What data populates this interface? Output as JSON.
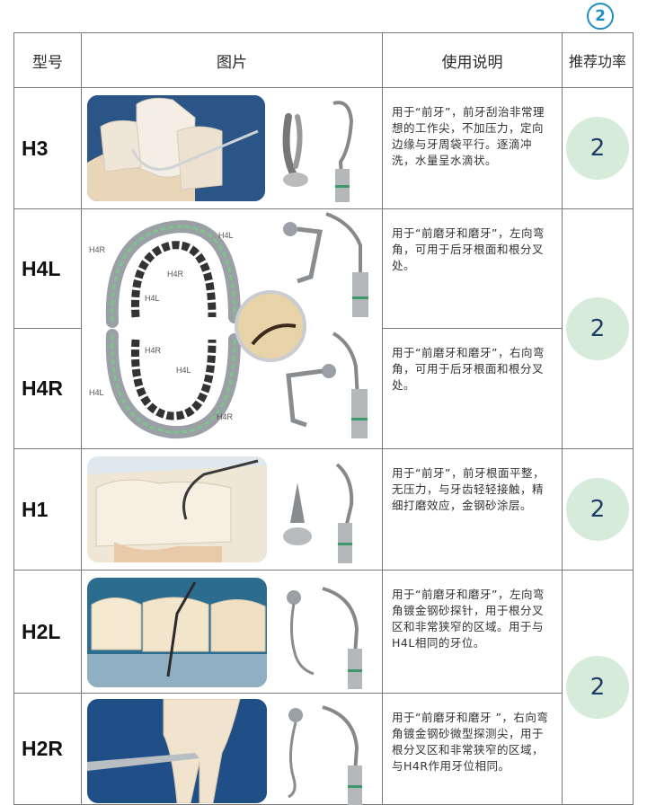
{
  "page_number": "2",
  "header": {
    "model": "型号",
    "picture": "图片",
    "usage": "使用说明",
    "power": "推荐功率"
  },
  "rows": [
    {
      "model": "H3",
      "desc": "用于“前牙”，前牙刮治非常理想的工作尖，不加压力，定向边缘与牙周袋平行。逐滴冲洗，水量呈水滴状。",
      "power": "2"
    },
    {
      "model": "H4L",
      "desc": "用于“前磨牙和磨牙”，左向弯角，可用于后牙根面和根分叉处。",
      "power": "2"
    },
    {
      "model": "H4R",
      "desc": "用于“前磨牙和磨牙”，右向弯角，可用于后牙根面和根分叉处。"
    },
    {
      "model": "H1",
      "desc": "用于“前牙”，前牙根面平整，无压力，与牙齿轻轻接触，精细打磨效应，金钢砂涂层。",
      "power": "2"
    },
    {
      "model": "H2L",
      "desc": "用于“前磨牙和磨牙”，左向弯角镀金钢砂探针，用于根分叉区和非常狭窄的区域。用于与H4L相同的牙位。",
      "power": "2"
    },
    {
      "model": "H2R",
      "desc": "用于“前磨牙和磨牙 ”，右向弯角镀金钢砂微型探测尖，用于根分叉区和非常狭窄的区域，与H4R作用牙位相同。"
    }
  ],
  "diagram_labels": {
    "h4r_top": "H4R",
    "h4l_top": "H4L",
    "h4r_mid": "H4R",
    "h4l_mid": "H4L",
    "h4r_low": "H4R",
    "h4l_low": "H4L",
    "h4l_left": "H4L",
    "h4r_bottom": "H4R"
  },
  "colors": {
    "badge_bg": "#d6ebd9",
    "badge_text": "#1e3c66",
    "accent_blue": "#1f8ec9",
    "arch_green": "#7cc48a"
  }
}
